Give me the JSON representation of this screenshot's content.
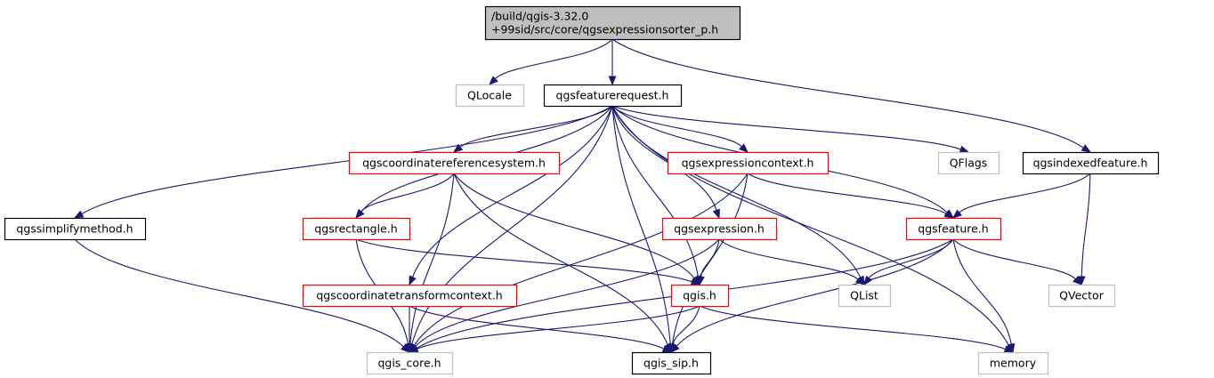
{
  "colors": {
    "edge": "#191970",
    "root_fill": "#bfbfbf",
    "documented_border": "#000000",
    "partial_border": "#ff0000",
    "external_border": "#bfbfbf",
    "text": "#000000"
  },
  "nodes": [
    {
      "id": "root",
      "lines": [
        "/build/qgis-3.32.0",
        "+99sid/src/core/qgsexpressionsorter_p.h"
      ],
      "style": "root"
    },
    {
      "id": "qlocale",
      "lines": [
        "QLocale"
      ],
      "style": "external"
    },
    {
      "id": "qgsfeaturerequest",
      "lines": [
        "qgsfeaturerequest.h"
      ],
      "style": "documented"
    },
    {
      "id": "qgsindexedfeature",
      "lines": [
        "qgsindexedfeature.h"
      ],
      "style": "documented"
    },
    {
      "id": "qgscrs",
      "lines": [
        "qgscoordinatereferencesystem.h"
      ],
      "style": "partial"
    },
    {
      "id": "qgsexpressioncontext",
      "lines": [
        "qgsexpressioncontext.h"
      ],
      "style": "partial"
    },
    {
      "id": "qflags",
      "lines": [
        "QFlags"
      ],
      "style": "external"
    },
    {
      "id": "qgssimplifymethod",
      "lines": [
        "qgssimplifymethod.h"
      ],
      "style": "documented"
    },
    {
      "id": "qgsrectangle",
      "lines": [
        "qgsrectangle.h"
      ],
      "style": "partial"
    },
    {
      "id": "qgsexpression",
      "lines": [
        "qgsexpression.h"
      ],
      "style": "partial"
    },
    {
      "id": "qgsfeature",
      "lines": [
        "qgsfeature.h"
      ],
      "style": "partial"
    },
    {
      "id": "qgsctc",
      "lines": [
        "qgscoordinatetransformcontext.h"
      ],
      "style": "partial"
    },
    {
      "id": "qgis",
      "lines": [
        "qgis.h"
      ],
      "style": "partial"
    },
    {
      "id": "qlist",
      "lines": [
        "QList"
      ],
      "style": "external"
    },
    {
      "id": "qvector",
      "lines": [
        "QVector"
      ],
      "style": "external"
    },
    {
      "id": "qgis_core",
      "lines": [
        "qgis_core.h"
      ],
      "style": "external"
    },
    {
      "id": "qgis_sip",
      "lines": [
        "qgis_sip.h"
      ],
      "style": "documented"
    },
    {
      "id": "memory",
      "lines": [
        "memory"
      ],
      "style": "external"
    }
  ],
  "edges": [
    [
      "root",
      "qlocale"
    ],
    [
      "root",
      "qgsfeaturerequest"
    ],
    [
      "root",
      "qgsindexedfeature"
    ],
    [
      "qgsfeaturerequest",
      "qgscrs"
    ],
    [
      "qgsfeaturerequest",
      "qgsexpressioncontext"
    ],
    [
      "qgsfeaturerequest",
      "qflags"
    ],
    [
      "qgsfeaturerequest",
      "qgssimplifymethod"
    ],
    [
      "qgsfeaturerequest",
      "qgsrectangle"
    ],
    [
      "qgsfeaturerequest",
      "qgsexpression"
    ],
    [
      "qgsfeaturerequest",
      "qgsfeature"
    ],
    [
      "qgsfeaturerequest",
      "qgsctc"
    ],
    [
      "qgsfeaturerequest",
      "qgis"
    ],
    [
      "qgsfeaturerequest",
      "qlist"
    ],
    [
      "qgsfeaturerequest",
      "qgis_core"
    ],
    [
      "qgsfeaturerequest",
      "qgis_sip"
    ],
    [
      "qgsfeaturerequest",
      "memory"
    ],
    [
      "qgsindexedfeature",
      "qgsfeature"
    ],
    [
      "qgsindexedfeature",
      "qvector"
    ],
    [
      "qgscrs",
      "qgsrectangle"
    ],
    [
      "qgscrs",
      "qgis"
    ],
    [
      "qgscrs",
      "qgis_core"
    ],
    [
      "qgscrs",
      "qgis_sip"
    ],
    [
      "qgsexpressioncontext",
      "qgsfeature"
    ],
    [
      "qgsexpressioncontext",
      "qgis_core"
    ],
    [
      "qgsexpressioncontext",
      "qgis_sip"
    ],
    [
      "qgssimplifymethod",
      "qgis_core"
    ],
    [
      "qgsrectangle",
      "qgis"
    ],
    [
      "qgsrectangle",
      "qgis_core"
    ],
    [
      "qgsexpression",
      "qgis"
    ],
    [
      "qgsexpression",
      "qlist"
    ],
    [
      "qgsexpression",
      "qgis_core"
    ],
    [
      "qgsfeature",
      "qlist"
    ],
    [
      "qgsfeature",
      "qvector"
    ],
    [
      "qgsfeature",
      "memory"
    ],
    [
      "qgsfeature",
      "qgis_core"
    ],
    [
      "qgsfeature",
      "qgis_sip"
    ],
    [
      "qgsctc",
      "qgis_core"
    ],
    [
      "qgsctc",
      "qgis_sip"
    ],
    [
      "qgis",
      "qgis_core"
    ],
    [
      "qgis",
      "qgis_sip"
    ],
    [
      "qgis",
      "memory"
    ]
  ]
}
